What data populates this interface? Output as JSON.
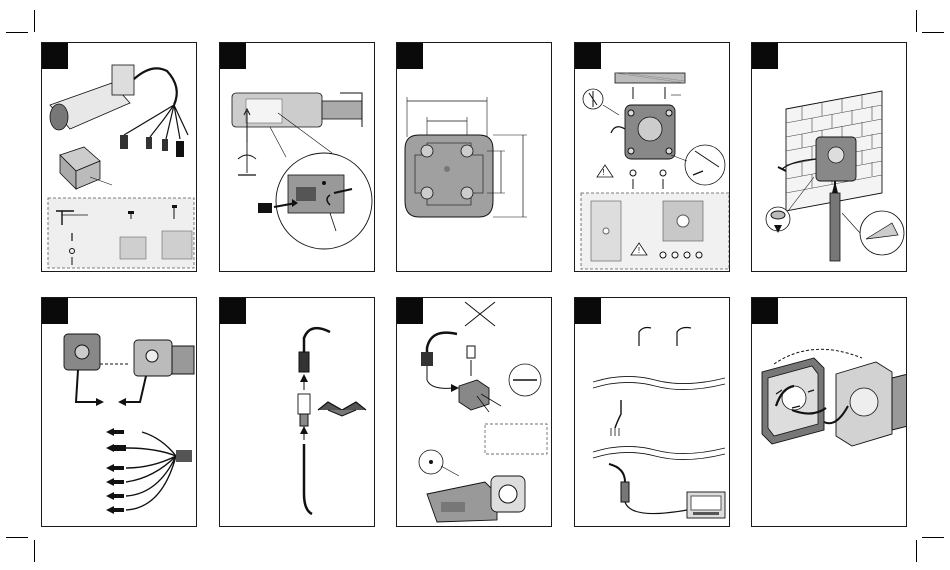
{
  "document": {
    "type": "installation-instruction-sheet",
    "panel_count": 10,
    "panels": [
      {
        "id": 1,
        "content": "camera-overview-and-accessories"
      },
      {
        "id": 2,
        "content": "insert-microsd-card"
      },
      {
        "id": 3,
        "content": "mounting-plate-dimensions"
      },
      {
        "id": 4,
        "content": "ceiling-mounting-with-screws"
      },
      {
        "id": 5,
        "content": "wall-mounting-cable-routing"
      },
      {
        "id": 6,
        "content": "connect-cables-to-camera"
      },
      {
        "id": 7,
        "content": "crimp-network-connector"
      },
      {
        "id": 8,
        "content": "connector-waterproofing"
      },
      {
        "id": 9,
        "content": "cable-and-monitor-connection"
      },
      {
        "id": 10,
        "content": "route-cables-into-junction-box"
      }
    ]
  },
  "colors": {
    "panel_border": "#1a1a1a",
    "tab": "#0a0a0a",
    "line": "#111111",
    "gray_fill": "#9a9a9a",
    "light_fill": "#e3e3e3",
    "brick": "#f2f2f2"
  }
}
